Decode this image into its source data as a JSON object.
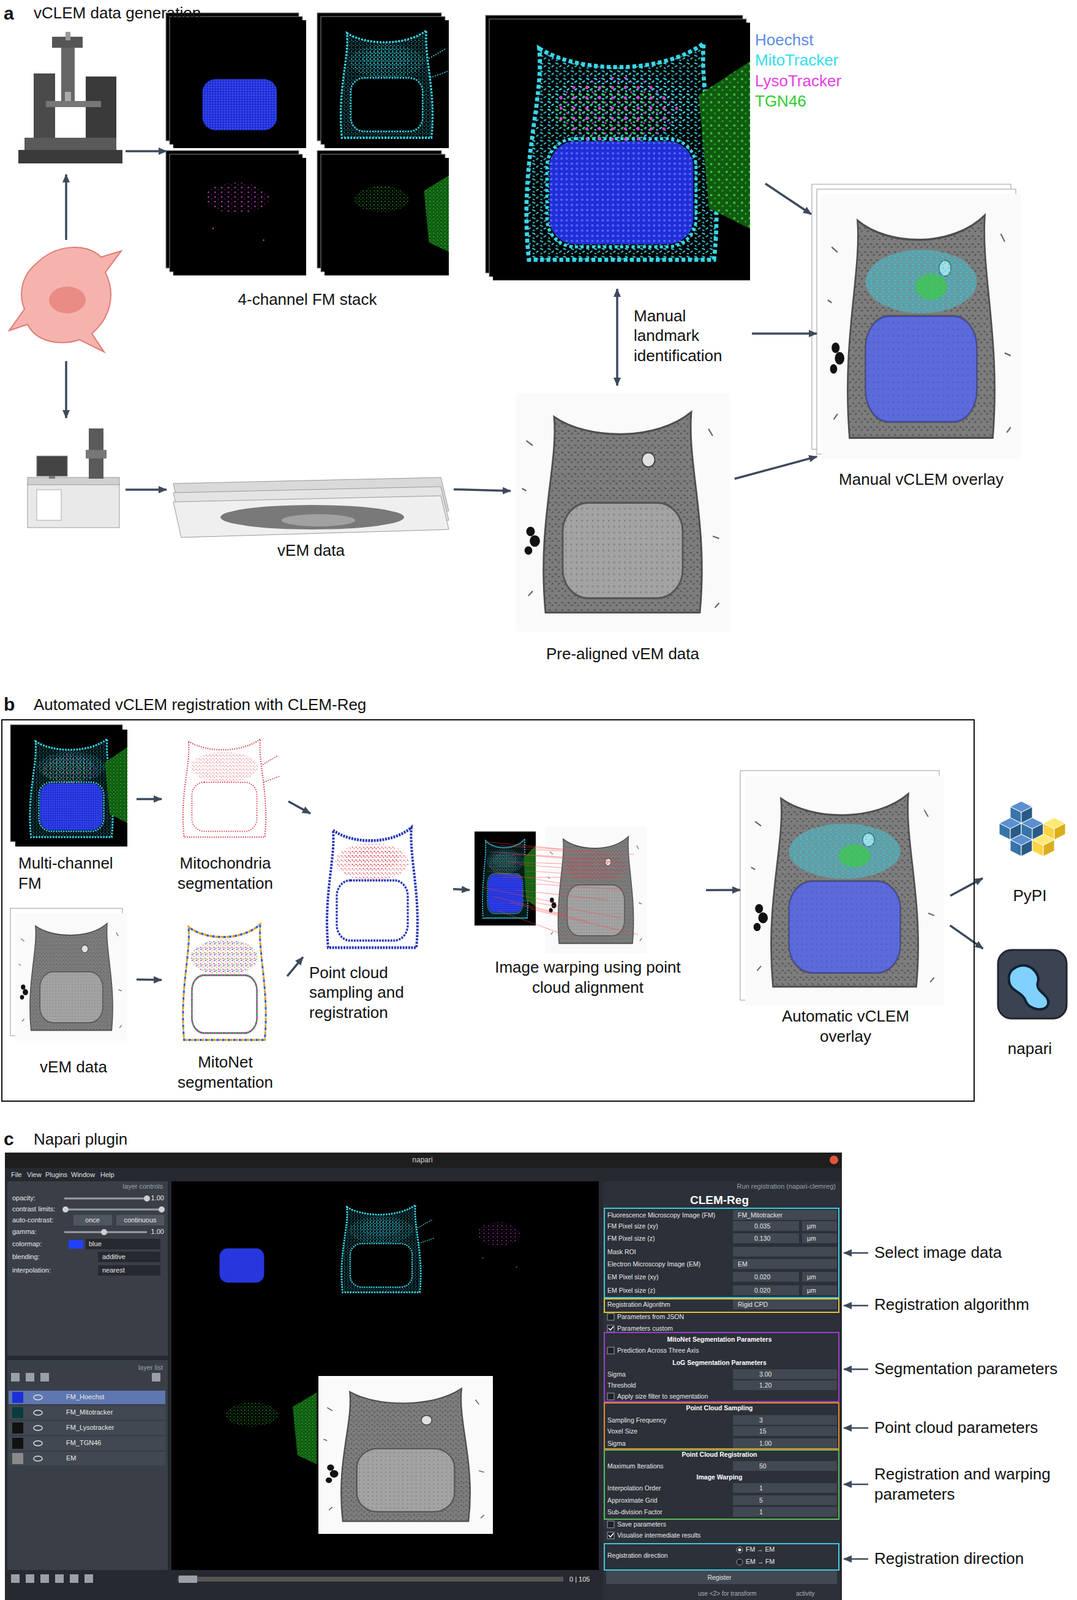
{
  "diagram": {
    "nodes": [
      {
        "text": [
          "4-channel FM stack"
        ]
      },
      {
        "text": [
          "vEM data"
        ]
      },
      {
        "text": [
          "Pre-aligned vEM data"
        ]
      },
      {
        "text": [
          "Manual landmark identification"
        ]
      },
      {
        "text": [
          "Manual vCLEM overlay"
        ]
      },
      {
        "text": [
          "Automated vCLEM registration with CLEM-Reg"
        ]
      },
      {
        "text": [
          "Multi-channel FM"
        ],
        "in": 5
      },
      {
        "text": [
          "Mitochondria segmentation"
        ],
        "in": 5
      },
      {
        "text": [
          "vEM data"
        ],
        "in": 5
      },
      {
        "text": [
          "MitoNet segmentation"
        ],
        "in": 5
      },
      {
        "text": [
          "Point cloud sampling and registration"
        ],
        "in": 5
      },
      {
        "text": [
          "Image warping using point cloud alignment"
        ],
        "in": 5
      },
      {
        "text": [
          "Automatic vCLEM overlay"
        ],
        "in": 5
      },
      {
        "text": [
          "PyPI"
        ]
      },
      {
        "text": [
          "napari"
        ]
      }
    ],
    "edges": [
      {
        "from": 1,
        "to": 2,
        "arrow": "to"
      },
      {
        "from": 2,
        "to": 4,
        "arrow": "to"
      },
      {
        "from": 3,
        "to": 4,
        "arrow": "to"
      },
      {
        "from": 6,
        "to": 7,
        "arrow": "to"
      },
      {
        "from": 8,
        "to": 9,
        "arrow": "to"
      },
      {
        "from": 7,
        "to": 10,
        "arrow": "to"
      },
      {
        "from": 9,
        "to": 10,
        "arrow": "to"
      },
      {
        "from": 10,
        "to": 11,
        "arrow": "to"
      },
      {
        "from": 11,
        "to": 12,
        "arrow": "to"
      },
      {
        "from": 12,
        "to": 13,
        "arrow": "to"
      },
      {
        "from": 12,
        "to": 14,
        "arrow": "to"
      }
    ],
    "labels": [
      "a",
      "vCLEM data generation",
      "b",
      "c",
      "Napari plugin",
      "napari",
      "File",
      "View",
      "Plugins",
      "Window",
      "Help",
      "layer controls",
      "opacity:",
      "1.00",
      "contrast limits:",
      "auto-contrast:",
      "once",
      "continuous",
      "gamma:",
      "1.00",
      "colormap:",
      "blue",
      "blending:",
      "additive",
      "interpolation:",
      "nearest",
      "layer list",
      "FM_Hoechst",
      "FM_Mitotracker",
      "FM_Lysotracker",
      "FM_TGN46",
      "EM",
      "0 | 105",
      "Run registration (napari-clemreg)",
      "CLEM-Reg",
      "Fluorescence Microscopy Image (FM)",
      "FM_Mitotracker",
      "FM Pixel size (xy)",
      "0.035",
      "µm",
      "FM Pixel size (z)",
      "0.130",
      "µm",
      "Mask ROI",
      "Electron Microscopy Image (EM)",
      "EM",
      "EM Pixel size (xy)",
      "0.020",
      "µm",
      "EM Pixel size (z)",
      "0.020",
      "µm",
      "Registration Algorithm",
      "Rigid CPD",
      "Parameters from JSON",
      "Parameters custom",
      "MitoNet Segmentation Parameters",
      "Prediction Across Three Axis",
      "LoG Segmentation Parameters",
      "Sigma",
      "3.00",
      "Threshold",
      "1.20",
      "Apply size filter to segmentation",
      "Point Cloud Sampling",
      "Sampling Frequency",
      "3",
      "Voxel Size",
      "15",
      "Sigma",
      "1.00",
      "Point Cloud Registration",
      "Maximum Iterations",
      "50",
      "Image Warping",
      "Interpolation Order",
      "1",
      "Approximate Grid",
      "5",
      "Sub-division Factor",
      "1",
      "Save parameters",
      "Visualise intermediate results",
      "Registration direction",
      "FM → EM",
      "EM → FM",
      "Register",
      "use <2> for transform",
      "activity",
      "Select image data",
      "Registration algorithm",
      "Segmentation parameters",
      "Point cloud parameters",
      "Registration and warping parameters",
      "Registration direction"
    ],
    "legend": [
      {
        "text": "Hoechst",
        "color": "#5b8be8"
      },
      {
        "text": "MitoTracker",
        "color": "#33ddee"
      },
      {
        "text": "LysoTracker",
        "color": "#e63ee6"
      },
      {
        "text": "TGN46",
        "color": "#2ecc2e"
      }
    ]
  }
}
